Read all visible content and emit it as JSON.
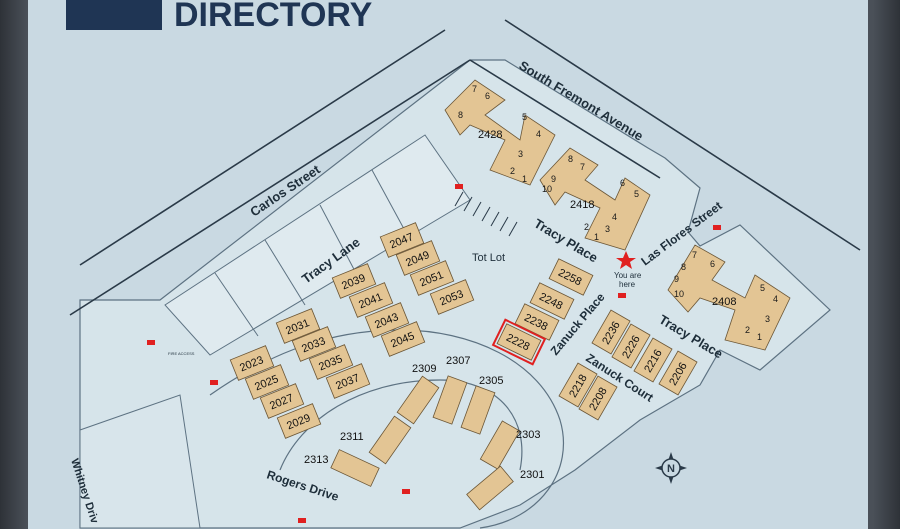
{
  "header": {
    "title": "DIRECTORY"
  },
  "streets": {
    "south_fremont": "South Fremont Avenue",
    "carlos": "Carlos Street",
    "tracy_lane": "Tracy Lane",
    "tracy_place_top": "Tracy Place",
    "tracy_place_right": "Tracy Place",
    "las_flores": "Las Flores Street",
    "zanuck_place": "Zanuck Place",
    "zanuck_court": "Zanuck Court",
    "rogers": "Rogers Drive",
    "whitney": "Whitney Driv"
  },
  "amenities": {
    "tot_lot": "Tot Lot",
    "you_are_here_1": "You are",
    "you_are_here_2": "here",
    "fire_access": "FIRE ACCESS"
  },
  "north_symbol": "N",
  "buildings": {
    "b2428": {
      "label": "2428",
      "units": [
        "1",
        "2",
        "3",
        "4",
        "5",
        "6",
        "7",
        "8"
      ]
    },
    "b2418": {
      "label": "2418",
      "units": [
        "1",
        "2",
        "3",
        "4",
        "5",
        "6",
        "7",
        "8",
        "9",
        "10"
      ]
    },
    "b2408": {
      "label": "2408",
      "units": [
        "1",
        "2",
        "3",
        "4",
        "5",
        "6",
        "7",
        "8",
        "9",
        "10"
      ]
    }
  },
  "units": {
    "u2047": "2047",
    "u2049": "2049",
    "u2051": "2051",
    "u2053": "2053",
    "u2039": "2039",
    "u2041": "2041",
    "u2043": "2043",
    "u2045": "2045",
    "u2031": "2031",
    "u2033": "2033",
    "u2035": "2035",
    "u2037": "2037",
    "u2023": "2023",
    "u2025": "2025",
    "u2027": "2027",
    "u2029": "2029",
    "u2258": "2258",
    "u2248": "2248",
    "u2238": "2238",
    "u2228": "2228",
    "u2236": "2236",
    "u2226": "2226",
    "u2216": "2216",
    "u2206": "2206",
    "u2218": "2218",
    "u2208": "2208",
    "u2309": "2309",
    "u2307": "2307",
    "u2305": "2305",
    "u2303": "2303",
    "u2301": "2301",
    "u2311": "2311",
    "u2313": "2313"
  },
  "highlighted_unit": "2228",
  "colors": {
    "background": "#c9d9e2",
    "ground": "#d6e4ea",
    "building": "#e3c594",
    "road_line": "#2a3a48",
    "highlight": "#e02020",
    "header_block": "#1f3554"
  }
}
